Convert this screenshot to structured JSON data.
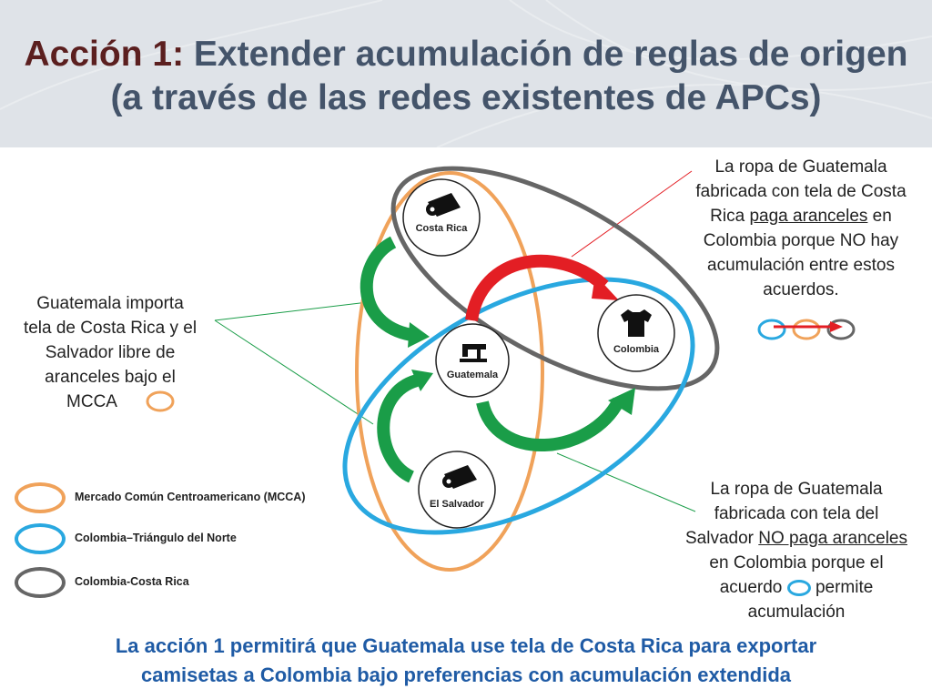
{
  "title": {
    "accent": "Acción 1:",
    "line1_rest": " Extender acumulación de reglas de origen",
    "line2": "(a través de las redes existentes de APCs)"
  },
  "colors": {
    "mcca": "#f0a25a",
    "colombia_tn": "#29a8e0",
    "colombia_cr": "#666666",
    "green_arrow": "#1a9d48",
    "red_arrow": "#e31e24",
    "title_gray": "#44546a",
    "title_accent": "#5b1f1f",
    "bottom_blue": "#1f5ba5"
  },
  "nodes": {
    "costa_rica": {
      "label": "Costa Rica",
      "icon": "fabric-roll-icon"
    },
    "guatemala": {
      "label": "Guatemala",
      "icon": "sewing-machine-icon"
    },
    "colombia": {
      "label": "Colombia",
      "icon": "t-shirt-icon"
    },
    "el_salvador": {
      "label": "El Salvador",
      "icon": "fabric-roll-icon"
    }
  },
  "left_text": {
    "line1": "Guatemala importa",
    "line2": "tela de Costa Rica y el",
    "line3": "Salvador libre de",
    "line4": "aranceles bajo el",
    "line5": "MCCA"
  },
  "right_top_text": {
    "line1": "La ropa de Guatemala",
    "line2": "fabricada con tela de Costa",
    "line3_pre": "Rica ",
    "line3_u": "paga aranceles",
    "line3_post": " en",
    "line4": "Colombia porque NO hay",
    "line5": "acumulación entre estos",
    "line6": "acuerdos."
  },
  "right_bottom_text": {
    "line1": "La ropa de Guatemala",
    "line2": "fabricada con tela del",
    "line3_pre": "Salvador ",
    "line3_u": "NO paga aranceles",
    "line4": "en Colombia porque el",
    "line5_pre": "acuerdo",
    "line5_post": "permite",
    "line6": "acumulación"
  },
  "legend": [
    {
      "label": "Mercado Común Centroamericano (MCCA)",
      "color": "#f0a25a"
    },
    {
      "label": "Colombia–Triángulo del Norte",
      "color": "#29a8e0"
    },
    {
      "label": "Colombia-Costa Rica",
      "color": "#666666"
    }
  ],
  "bottom_text": {
    "line1": "La acción 1 permitirá que Guatemala use tela de Costa Rica para exportar",
    "line2": "camisetas a Colombia bajo preferencias con acumulación extendida"
  }
}
